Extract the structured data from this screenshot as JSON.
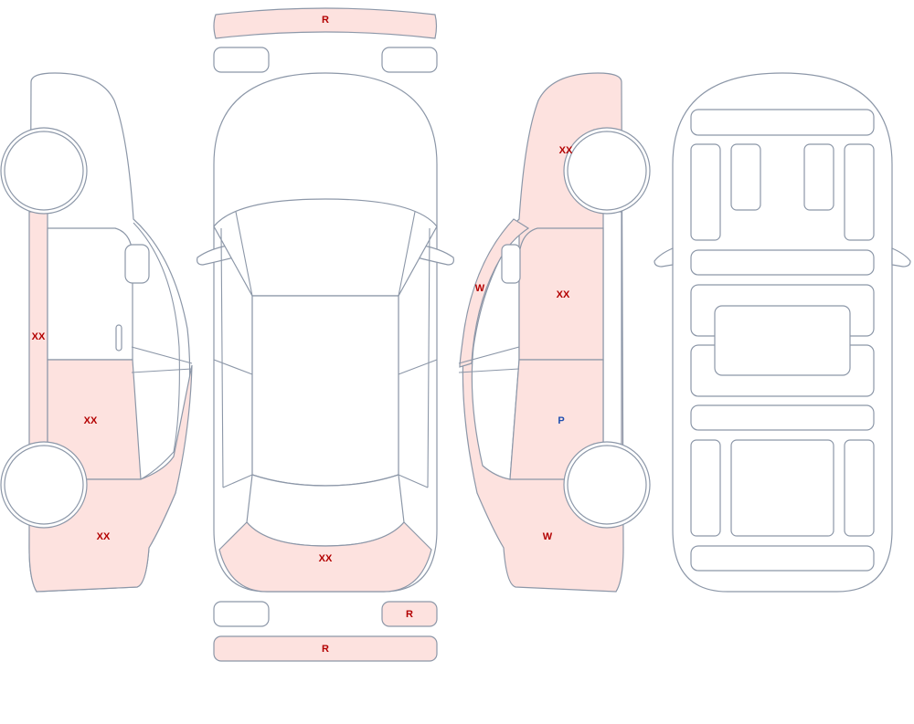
{
  "colors": {
    "outline": "#8c97a8",
    "damaged_fill": "#fde2df",
    "label_red": "#b30000",
    "label_blue": "#1f4fb0"
  },
  "labels": {
    "roof_strip": "R",
    "left_rocker": "XX",
    "left_rear_door": "XX",
    "left_rear_quarter": "XX",
    "rear_bumper_top": "XX",
    "rear_light_right": "R",
    "rear_bumper": "R",
    "right_front_fender": "XX",
    "right_a_pillar": "W",
    "right_front_door": "XX",
    "right_rear_door": "P",
    "right_rear_quarter": "W"
  }
}
